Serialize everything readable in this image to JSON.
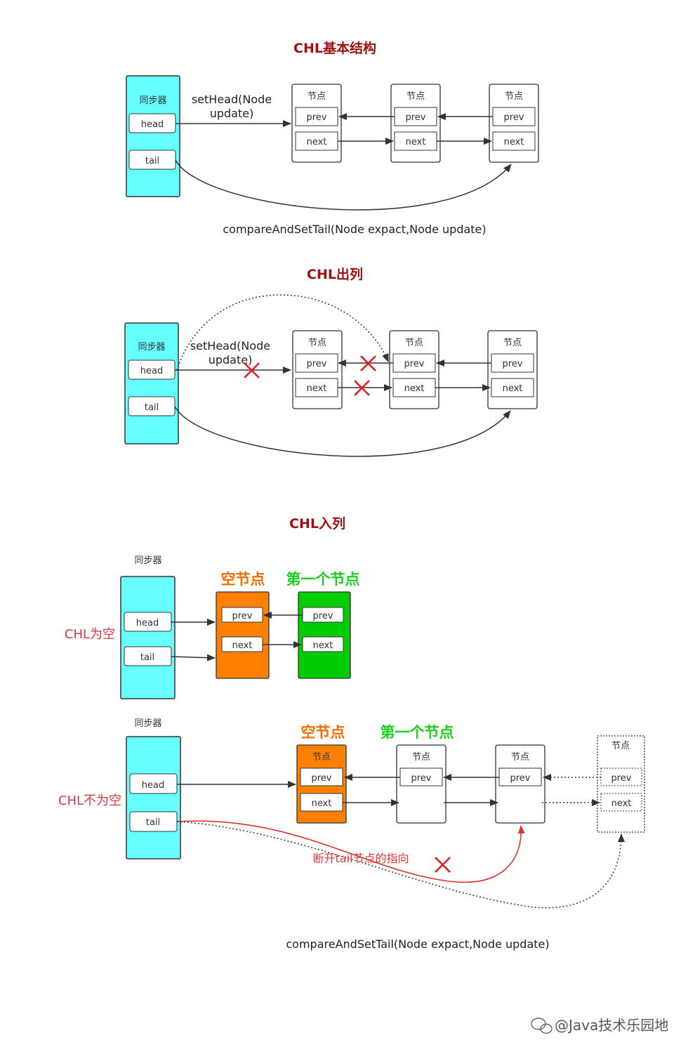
{
  "colors": {
    "title": "#a01010",
    "sync_fill": "#66ffff",
    "empty_node_fill": "#ff8000",
    "first_node_fill": "#00cc00",
    "cross": "#e02020",
    "red_text": "#d83b3b",
    "orange_text": "#ff6a00",
    "green_text": "#1bd11b"
  },
  "labels": {
    "sync": "同步器",
    "head": "head",
    "tail": "tail",
    "node": "节点",
    "prev": "prev",
    "next": "next",
    "empty_node": "空节点",
    "first_node": "第一个节点"
  },
  "section1": {
    "title": "CHL基本结构",
    "sethead_line1": "setHead(Node",
    "sethead_line2": "update)",
    "cas": "compareAndSetTail(Node expact,Node update)"
  },
  "section2": {
    "title": "CHL出列",
    "sethead_line1": "setHead(Node",
    "sethead_line2": "update)"
  },
  "section3": {
    "title": "CHL入列",
    "empty_case": "CHL为空",
    "nonempty_case": "CHL不为空",
    "break_tail": "断开tail节点的指向",
    "cas": "compareAndSetTail(Node expact,Node update)"
  },
  "icons": [
    "wechat-icon",
    "cross-mark-icon"
  ],
  "watermark": "@Java技术乐园地"
}
